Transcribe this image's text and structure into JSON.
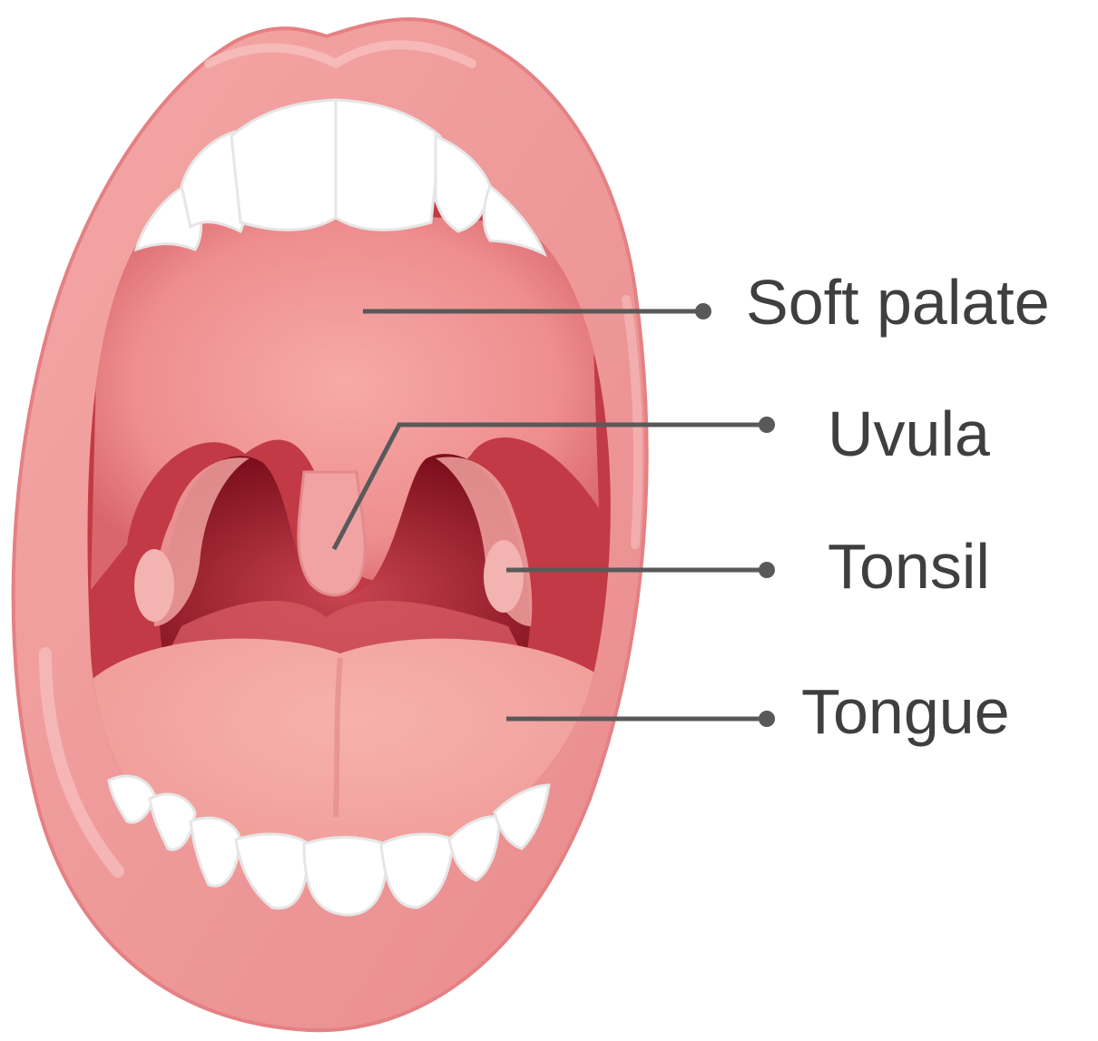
{
  "labels": {
    "soft_palate": "Soft palate",
    "uvula": "Uvula",
    "tonsil": "Tonsil",
    "tongue": "Tongue"
  },
  "colors": {
    "lip": "#f19a9a",
    "lip_dark": "#e07f82",
    "mouth_dark": "#b72b35",
    "palate": "#ef8c8c",
    "throat": "#8c1623",
    "teeth": "#ffffff",
    "tongue": "#f4a3a0",
    "leader_line": "#595959",
    "text": "#3f3f3f"
  }
}
